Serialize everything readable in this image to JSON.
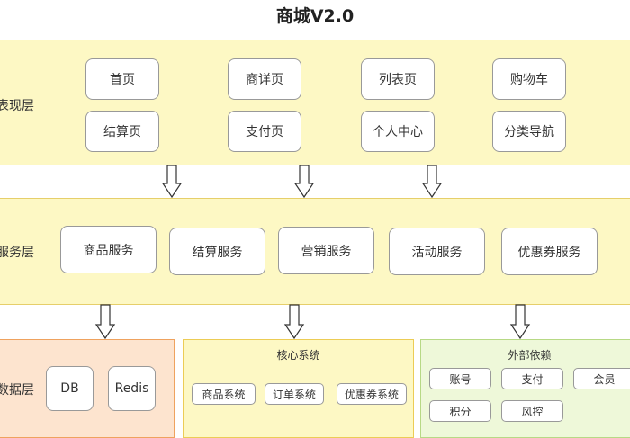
{
  "title": "商城V2.0",
  "presentation": {
    "label": "表现层",
    "pages": [
      "首页",
      "商详页",
      "列表页",
      "购物车",
      "结算页",
      "支付页",
      "个人中心",
      "分类导航"
    ]
  },
  "service": {
    "label": "服务层",
    "services": [
      "商品服务",
      "结算服务",
      "营销服务",
      "活动服务",
      "优惠券服务"
    ]
  },
  "data_layer": {
    "label": "数据层",
    "stores": [
      "DB",
      "Redis"
    ],
    "core": {
      "label": "核心系统",
      "items": [
        "商品系统",
        "订单系统",
        "优惠券系统"
      ]
    },
    "external": {
      "label": "外部依赖",
      "items": [
        "账号",
        "支付",
        "会员",
        "积分",
        "风控"
      ]
    }
  },
  "colors": {
    "layer_fill": "#fdf8c4",
    "layer_border": "#e6cf6a",
    "data_fill": "#fde4cf",
    "data_border": "#efa25e",
    "core_border": "#eccc55",
    "external_fill": "#eef8d9",
    "external_border": "#b7d985"
  }
}
